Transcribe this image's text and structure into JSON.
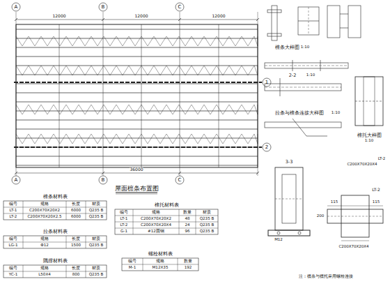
{
  "diagram": {
    "title": "屋面檩条布置图",
    "labels": [
      "A",
      "B",
      "C",
      "A",
      "B",
      "C",
      "1",
      "2",
      "12000",
      "12000",
      "12000",
      "36000",
      "檩条大样图",
      "1:10",
      "2-2",
      "1:10",
      "拉条与檩条连接大样图",
      "1:10",
      "檩托大样图",
      "1:10",
      "3-3",
      "LT-2",
      "C200X70X20X4",
      "LT-2",
      "C200X70X20X4",
      "200",
      "115",
      "115",
      "注：檩条与檩托采用螺栓连接",
      "M12",
      "檩条材料表",
      "编号",
      "规格",
      "长度",
      "材质",
      "LT-1",
      "C200X70X20X2",
      "6000",
      "Q235 B",
      "LT-2",
      "C200X70X20X2.5",
      "6000",
      "Q235 B",
      "拉条材料表",
      "编号",
      "规格",
      "长度",
      "材质",
      "LG-1",
      "Φ12",
      "1500",
      "Q235 B",
      "隅撑材料表",
      "编号",
      "规格",
      "长度",
      "材质",
      "YC-1",
      "L50X4",
      "800",
      "Q235 B",
      "檩托材料表",
      "编号",
      "规格",
      "数量",
      "材质",
      "LT-1",
      "C200X70X20X2",
      "48",
      "Q235 B",
      "LT-2",
      "C200X70X20X4",
      "24",
      "Q235 B",
      "G-1",
      "#12圆钢",
      "96",
      "Q235 B",
      "螺栓材料表",
      "编号",
      "规格",
      "数量",
      "M-1",
      "M12X35",
      "192"
    ]
  }
}
